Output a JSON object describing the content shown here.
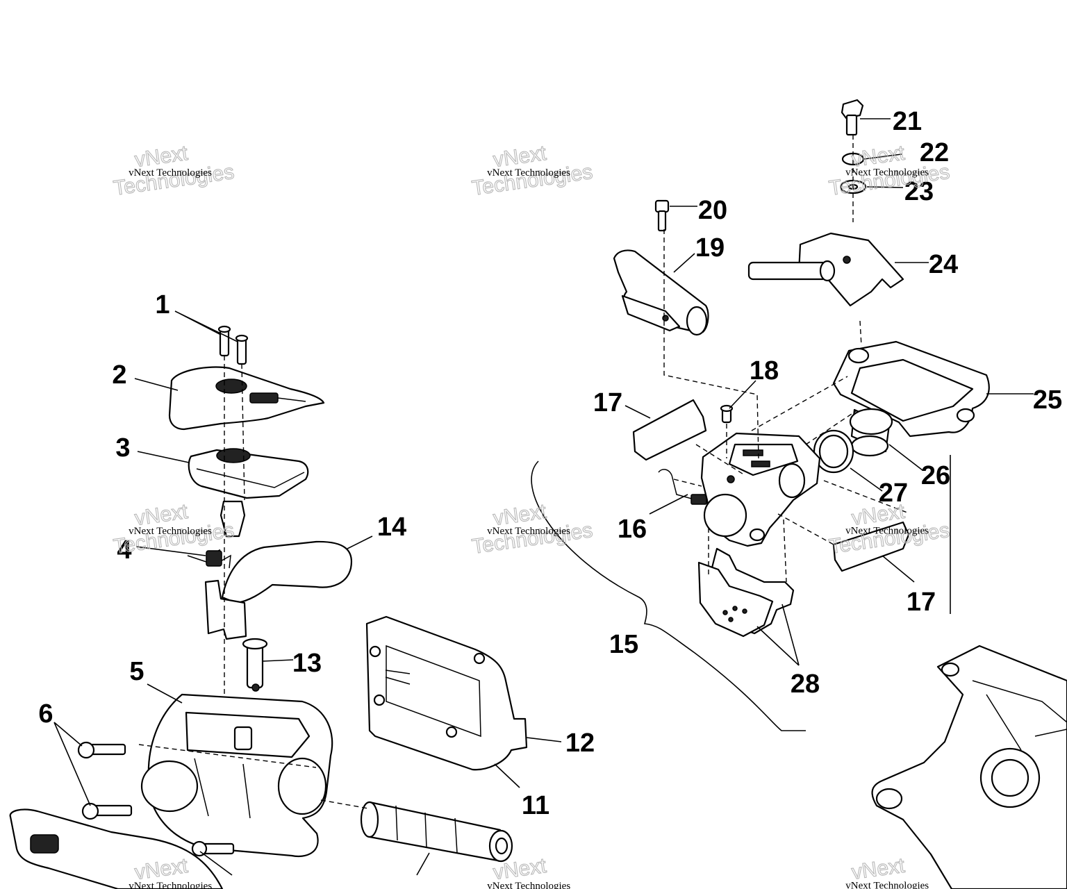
{
  "callouts": {
    "c1": "1",
    "c2": "2",
    "c3": "3",
    "c4": "4",
    "c5": "5",
    "c6": "6",
    "c11": "11",
    "c12": "12",
    "c13": "13",
    "c14": "14",
    "c15": "15",
    "c16": "16",
    "c17a": "17",
    "c17b": "17",
    "c18": "18",
    "c19": "19",
    "c20": "20",
    "c21": "21",
    "c22": "22",
    "c23": "23",
    "c24": "24",
    "c25": "25",
    "c26": "26",
    "c27": "27",
    "c28": "28"
  },
  "watermark": {
    "line1": "vNext Technologies",
    "line2a": "vNext",
    "line2b": "Technologies"
  }
}
